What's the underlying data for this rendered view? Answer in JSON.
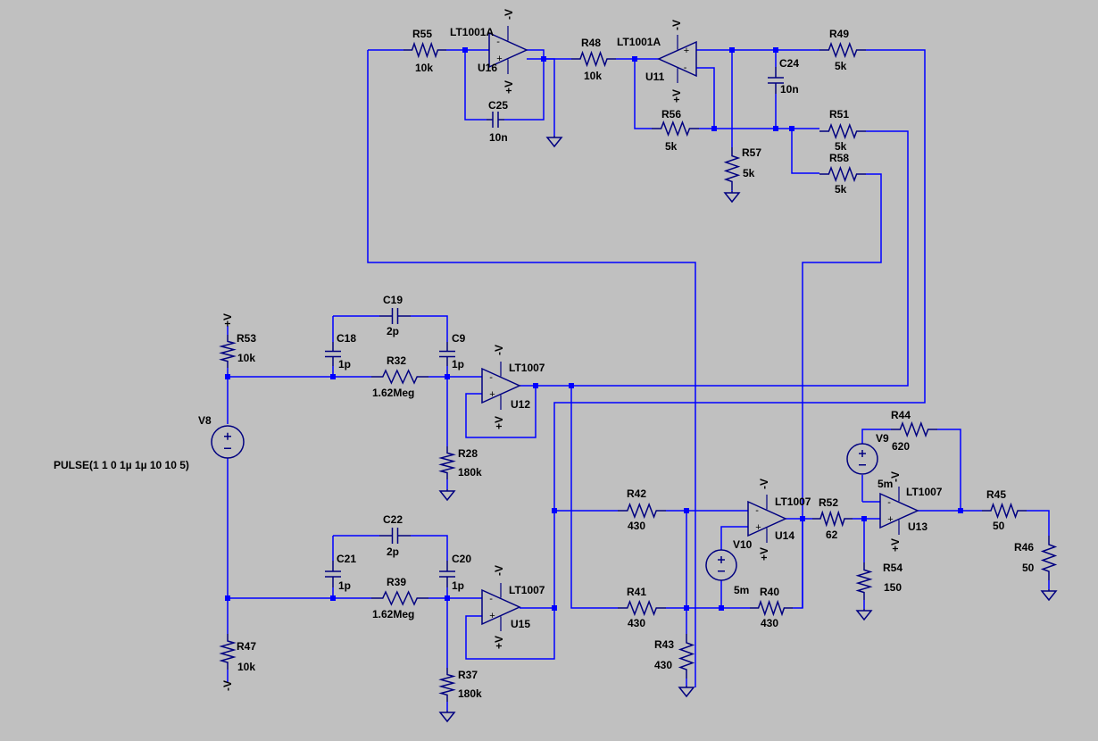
{
  "colors": {
    "background": "#c0c0c0",
    "wire": "#0000ff",
    "component": "#000080",
    "label": "#000000"
  },
  "resistors": {
    "R55": {
      "name": "R55",
      "value": "10k"
    },
    "R48": {
      "name": "R48",
      "value": "10k"
    },
    "R49": {
      "name": "R49",
      "value": "5k"
    },
    "R51": {
      "name": "R51",
      "value": "5k"
    },
    "R58": {
      "name": "R58",
      "value": "5k"
    },
    "R56": {
      "name": "R56",
      "value": "5k"
    },
    "R57": {
      "name": "R57",
      "value": "5k"
    },
    "R53": {
      "name": "R53",
      "value": "10k"
    },
    "R32": {
      "name": "R32",
      "value": "1.62Meg"
    },
    "R28": {
      "name": "R28",
      "value": "180k"
    },
    "R39": {
      "name": "R39",
      "value": "1.62Meg"
    },
    "R37": {
      "name": "R37",
      "value": "180k"
    },
    "R47": {
      "name": "R47",
      "value": "10k"
    },
    "R42": {
      "name": "R42",
      "value": "430"
    },
    "R41": {
      "name": "R41",
      "value": "430"
    },
    "R43": {
      "name": "R43",
      "value": "430"
    },
    "R40": {
      "name": "R40",
      "value": "430"
    },
    "R52": {
      "name": "R52",
      "value": "62"
    },
    "R54": {
      "name": "R54",
      "value": "150"
    },
    "R44": {
      "name": "R44",
      "value": "620"
    },
    "R45": {
      "name": "R45",
      "value": "50"
    },
    "R46": {
      "name": "R46",
      "value": "50"
    }
  },
  "capacitors": {
    "C25": {
      "name": "C25",
      "value": "10n"
    },
    "C24": {
      "name": "C24",
      "value": "10n"
    },
    "C19": {
      "name": "C19",
      "value": "2p"
    },
    "C18": {
      "name": "C18",
      "value": "1p"
    },
    "C9": {
      "name": "C9",
      "value": "1p"
    },
    "C22": {
      "name": "C22",
      "value": "2p"
    },
    "C21": {
      "name": "C21",
      "value": "1p"
    },
    "C20": {
      "name": "C20",
      "value": "1p"
    }
  },
  "opamps": {
    "U16": {
      "name": "U16",
      "model": "LT1001A"
    },
    "U11": {
      "name": "U11",
      "model": "LT1001A"
    },
    "U12": {
      "name": "U12",
      "model": "LT1007"
    },
    "U15": {
      "name": "U15",
      "model": "LT1007"
    },
    "U14": {
      "name": "U14",
      "model": "LT1007"
    },
    "U13": {
      "name": "U13",
      "model": "LT1007"
    }
  },
  "sources": {
    "V8": {
      "name": "V8",
      "value": "PULSE(1 1 0 1µ 1µ 10 10 5)"
    },
    "V10": {
      "name": "V10",
      "value": "5m"
    },
    "V9": {
      "name": "V9",
      "value": "5m"
    }
  },
  "supply": {
    "pos": "+V",
    "neg": "-V"
  },
  "symbols": {
    "ground": "ground-symbol",
    "opamp": "opamp-triangle",
    "resistor": "zigzag-resistor",
    "capacitor": "parallel-plate-capacitor",
    "source": "circle-voltage-source"
  }
}
